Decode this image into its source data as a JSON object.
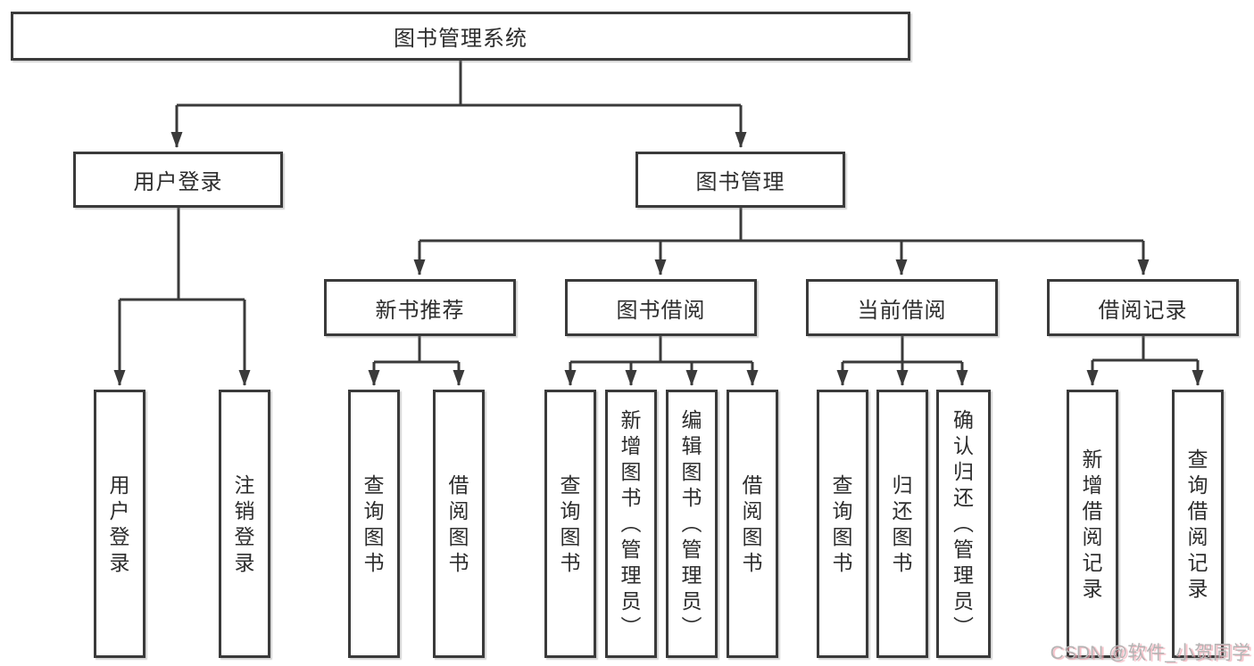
{
  "watermark": "CSDN @软件_小贺同学",
  "colors": {
    "line": "#3a3a3a",
    "box_border": "#3a3a3a",
    "text": "#2d2d2d",
    "watermark": "#b4b4b4"
  },
  "tree": {
    "root": {
      "label": "图书管理系统",
      "children": {
        "user_login": {
          "label": "用户登录",
          "children": {
            "login": {
              "label": "用户登录"
            },
            "logout": {
              "label": "注销登录"
            }
          }
        },
        "book_mgmt": {
          "label": "图书管理",
          "children": {
            "new_book_rec": {
              "label": "新书推荐",
              "children": {
                "query_book": {
                  "label": "查询图书"
                },
                "borrow_book": {
                  "label": "借阅图书"
                }
              }
            },
            "book_borrow": {
              "label": "图书借阅",
              "children": {
                "query_book": {
                  "label": "查询图书"
                },
                "add_book": {
                  "label": "新增图书（管理员）"
                },
                "edit_book": {
                  "label": "编辑图书（管理员）"
                },
                "borrow_book": {
                  "label": "借阅图书"
                }
              }
            },
            "current_borrow": {
              "label": "当前借阅",
              "children": {
                "query_book": {
                  "label": "查询图书"
                },
                "return_book": {
                  "label": "归还图书"
                },
                "confirm_return": {
                  "label": "确认归还（管理员）"
                }
              }
            },
            "borrow_records": {
              "label": "借阅记录",
              "children": {
                "add_record": {
                  "label": "新增借阅记录"
                },
                "query_record": {
                  "label": "查询借阅记录"
                }
              }
            }
          }
        }
      }
    }
  }
}
